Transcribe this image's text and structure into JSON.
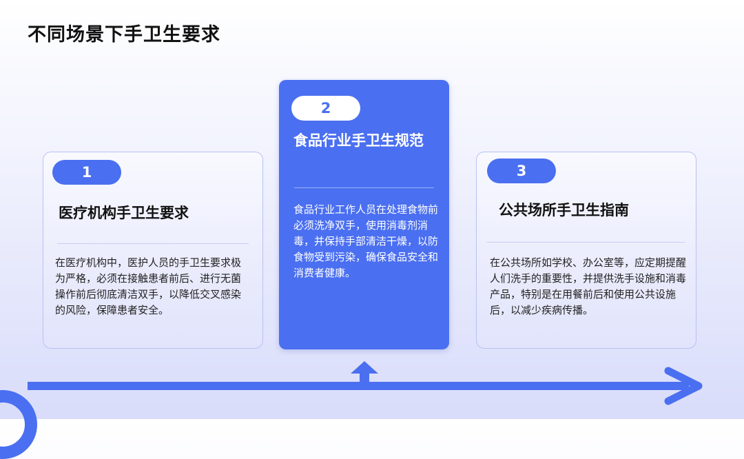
{
  "page": {
    "title": "不同场景下手卫生要求"
  },
  "cards": [
    {
      "number": "1",
      "title": "医疗机构手卫生要求",
      "body": "在医疗机构中，医护人员的手卫生要求极为严格，必须在接触患者前后、进行无菌操作前后彻底清洁双手，以降低交叉感染的风险，保障患者安全。"
    },
    {
      "number": "2",
      "title": "食品行业手卫生规范",
      "body": "食品行业工作人员在处理食物前必须洗净双手，使用消毒剂消毒，并保持手部清洁干燥，以防食物受到污染，确保食品安全和消费者健康。"
    },
    {
      "number": "3",
      "title": "公共场所手卫生指南",
      "body": "在公共场所如学校、办公室等，应定期提醒人们洗手的重要性，并提供洗手设施和消毒产品，特别是在用餐前后和使用公共设施后，以减少疾病传播。"
    }
  ],
  "colors": {
    "accent": "#4a6ff0",
    "card_border": "#b9c0f3",
    "background_bottom": "#d9dcfa"
  },
  "icons": [
    "timeline-arrow-icon",
    "up-arrow-marker-icon",
    "decorative-ring-icon"
  ]
}
